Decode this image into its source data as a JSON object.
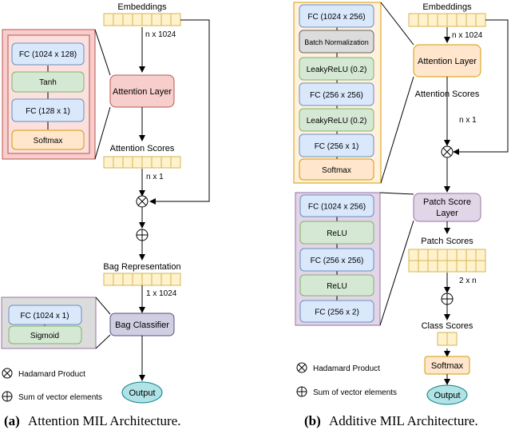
{
  "left": {
    "embeddings_label": "Embeddings",
    "embeddings_dim": "n x 1024",
    "attention_layer": "Attention Layer",
    "attention_block": [
      "FC (1024 x 128)",
      "Tanh",
      "FC (128 x 1)",
      "Softmax"
    ],
    "attention_scores_label": "Attention Scores",
    "attention_scores_dim": "n x 1",
    "bag_rep_label": "Bag Representation",
    "bag_rep_dim": "1 x 1024",
    "bag_classifier": "Bag Classifier",
    "classifier_block": [
      "FC (1024 x 1)",
      "Sigmoid"
    ],
    "output": "Output",
    "legend_hadamard": "Hadamard Product",
    "legend_sum": "Sum of vector elements",
    "caption_letter": "(a)",
    "caption_text": "Attention MIL Architecture."
  },
  "right": {
    "embeddings_label": "Embeddings",
    "embeddings_dim": "n x 1024",
    "attention_layer": "Attention Layer",
    "attention_block": [
      "FC (1024 x 256)",
      "Batch Normalization",
      "LeakyReLU (0.2)",
      "FC (256 x 256)",
      "LeakyReLU (0.2)",
      "FC (256 x 1)",
      "Softmax"
    ],
    "attention_scores_label": "Attention Scores",
    "attention_scores_dim": "n x 1",
    "patch_score_layer": [
      "Patch Score",
      "Layer"
    ],
    "patch_block": [
      "FC (1024 x 256)",
      "ReLU",
      "FC (256 x 256)",
      "ReLU",
      "FC (256 x 2)"
    ],
    "patch_scores_label": "Patch Scores",
    "patch_scores_dim": "2 x n",
    "class_scores_label": "Class Scores",
    "softmax": "Softmax",
    "output": "Output",
    "legend_hadamard": "Hadamard Product",
    "legend_sum": "Sum of vector elements",
    "caption_letter": "(b)",
    "caption_text": "Additive MIL Architecture."
  },
  "colors": {
    "embedding_cell": "#fff2cc",
    "embedding_stroke": "#d6b656",
    "red_panel_outer": "#f8cecc",
    "red_panel_stroke": "#b85450",
    "red_panel_inner": "#fbe0de",
    "fc_fill": "#dae8fc",
    "fc_stroke": "#6c8ebf",
    "green_fill": "#d5e8d4",
    "green_stroke": "#82b366",
    "softmax_fill": "#ffe6cc",
    "softmax_stroke": "#d79b00",
    "purple_fill": "#e1d5e7",
    "purple_stroke": "#9673a6",
    "grey_fill": "#dcdcdc",
    "output_fill": "#b0e3e6",
    "output_stroke": "#0e8088",
    "orange_panel_fill": "#fff1de",
    "orange_panel_stroke": "#d79b00"
  }
}
